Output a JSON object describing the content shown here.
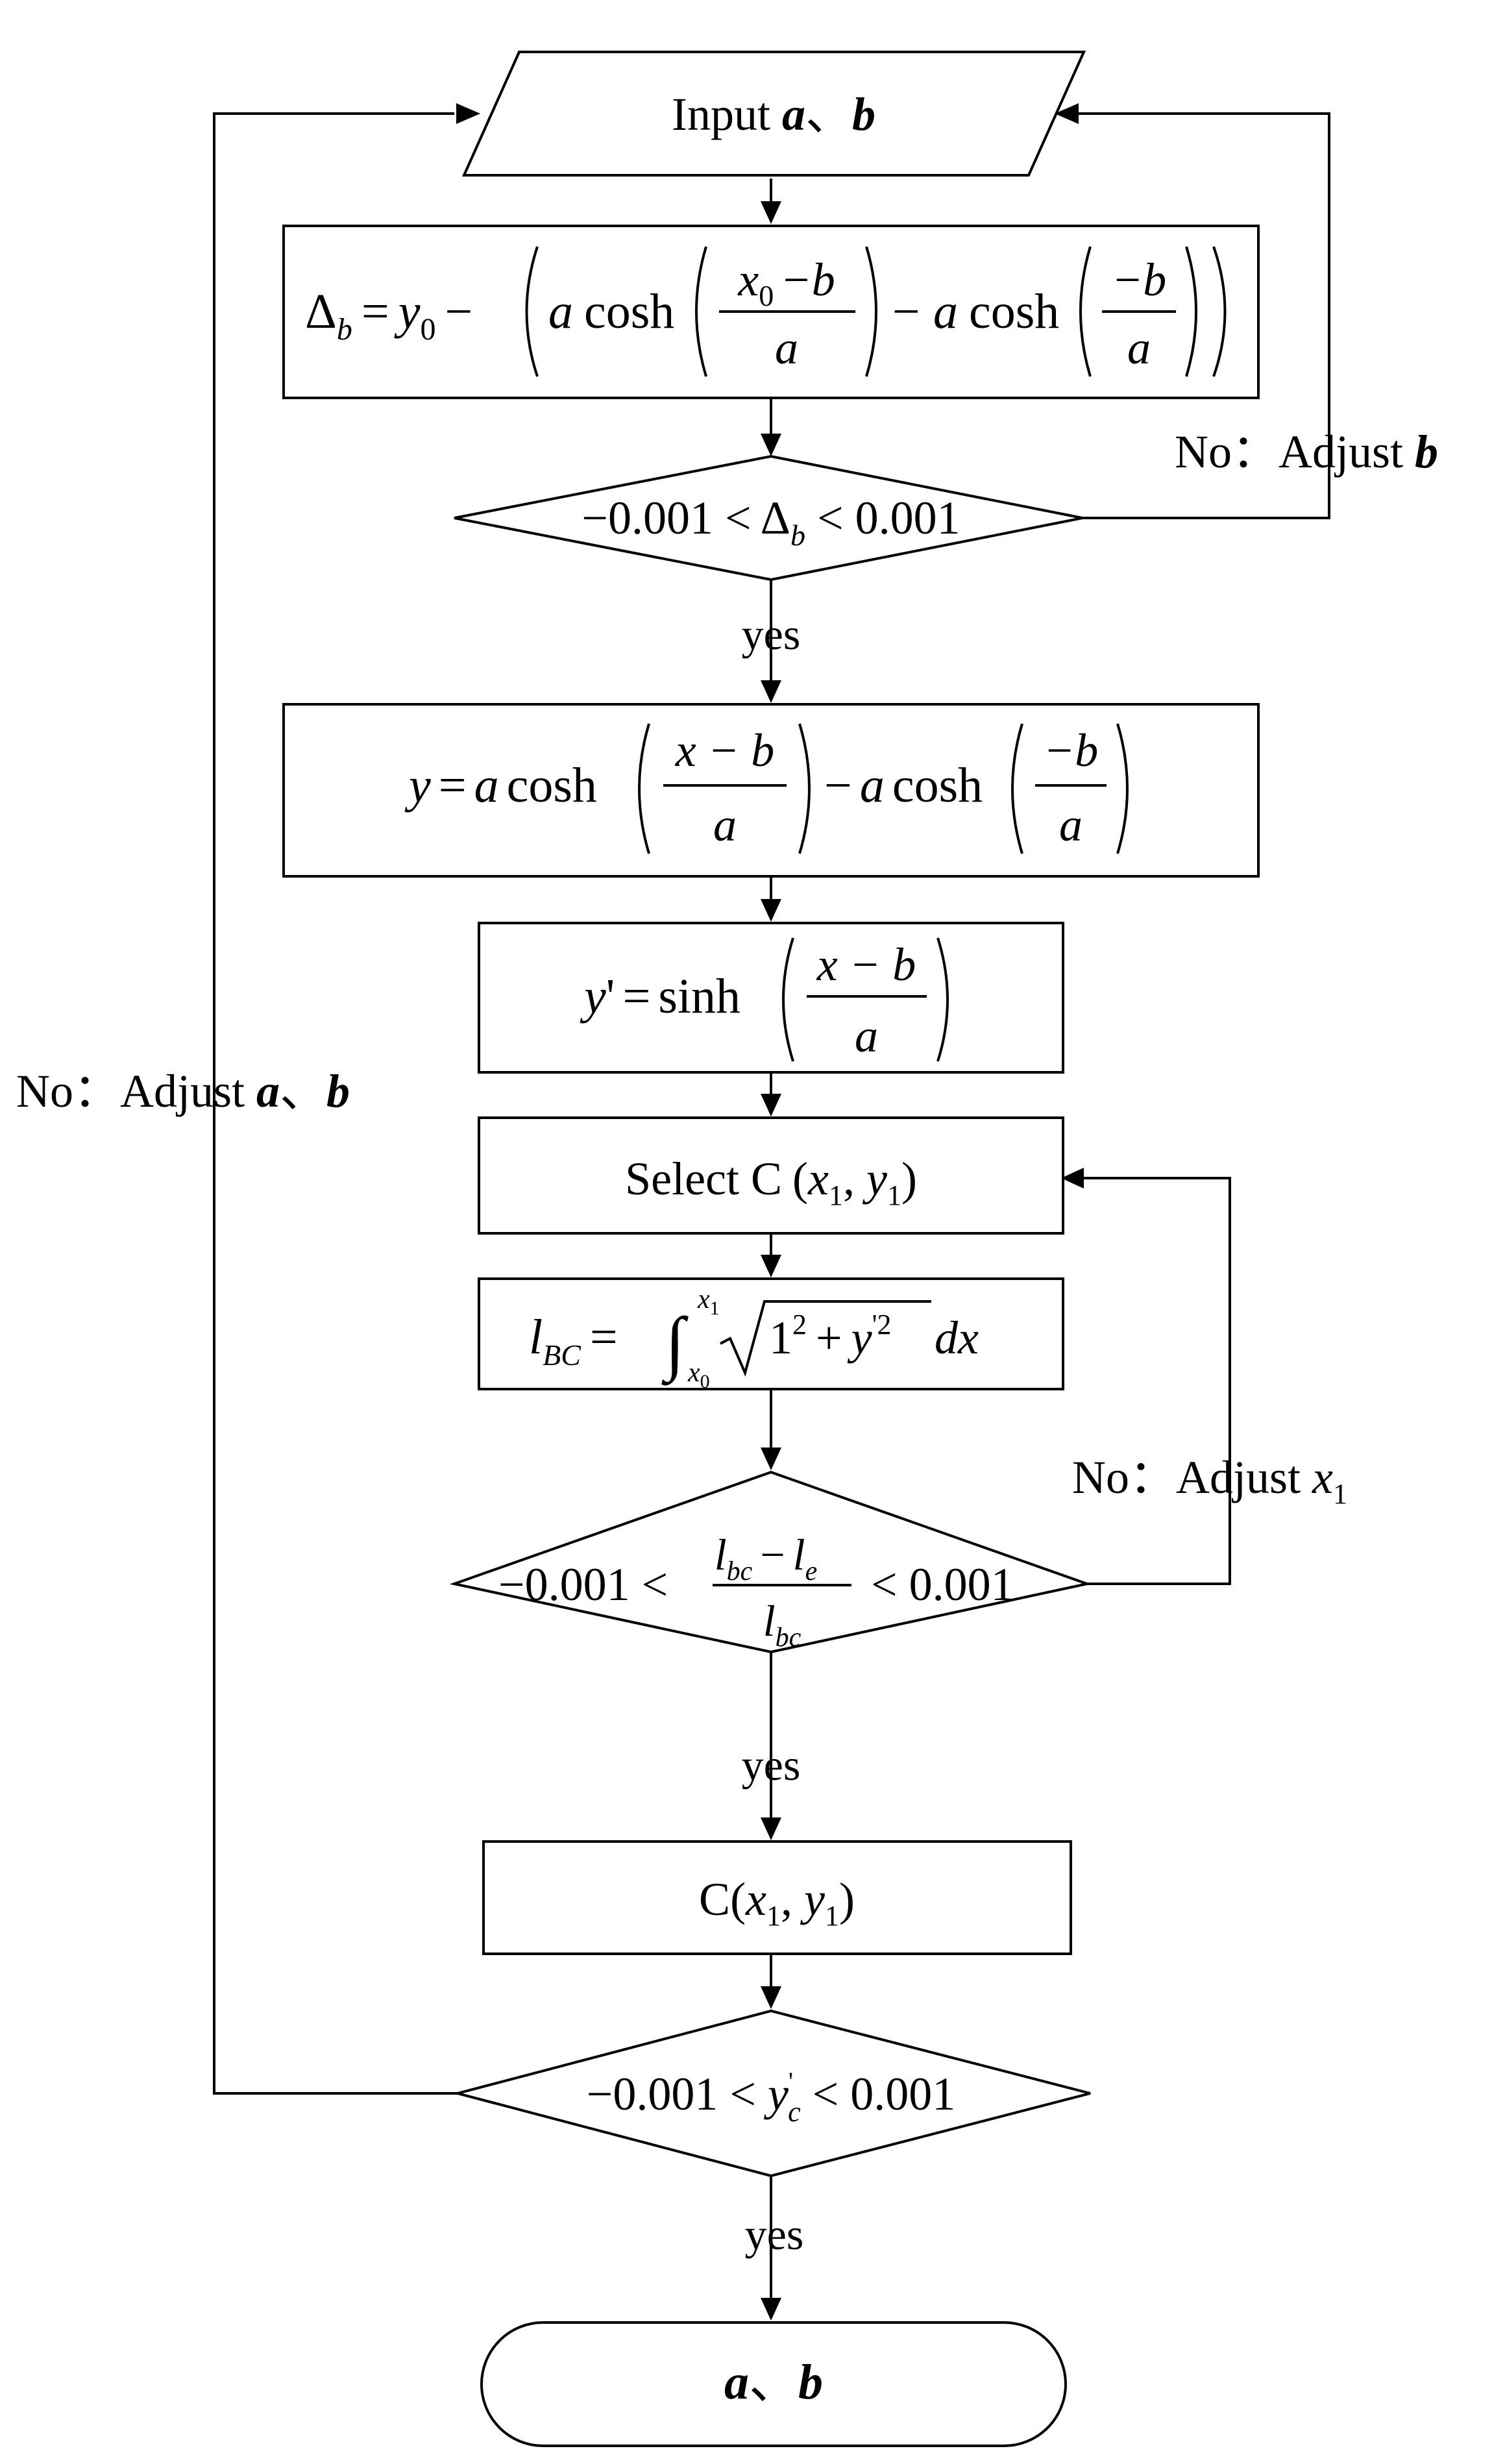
{
  "input": {
    "prefix": "Input ",
    "a": "a",
    "sep": "、",
    "b": "b"
  },
  "delta": {
    "lhs": "Δ",
    "lhs_sub": "b",
    "eq": "=",
    "y": "y",
    "y_sub": "0",
    "minus": "−",
    "a1": "a",
    "cosh1": "cosh",
    "num1_x": "x",
    "num1_sub": "0",
    "num1_rest": "−b",
    "den1": "a",
    "minus2": "−",
    "a2": "a",
    "cosh2": "cosh",
    "num2": "−b",
    "den2": "a"
  },
  "cond1": {
    "left": "−0.001 < ",
    "delta": "Δ",
    "delta_sub": "b",
    "right": " < 0.001"
  },
  "no_b": {
    "prefix": "No：Adjust ",
    "var": "b"
  },
  "yes_labels": {
    "yes1": "yes",
    "yes2": "yes",
    "yes3": "yes"
  },
  "eq_y": {
    "y": "y",
    "eq": "=",
    "a1": "a",
    "cosh1": "cosh",
    "num1": "x − b",
    "den1": "a",
    "minus": "−",
    "a2": "a",
    "cosh2": "cosh",
    "num2": "−b",
    "den2": "a"
  },
  "eq_yp": {
    "y": "y",
    "prime": "'",
    "eq": "=",
    "sinh": "sinh",
    "num": "x − b",
    "den": "a"
  },
  "select": {
    "text": "Select C",
    "lp": "(",
    "x": "x",
    "x_sub": "1",
    "comma": ", ",
    "y": "y",
    "y_sub": "1",
    "rp": ")"
  },
  "integral": {
    "l": "l",
    "l_sub": "BC",
    "eq": "=",
    "int": "∫",
    "upper": "x",
    "upper_sub": "1",
    "lower": "x",
    "lower_sub": "0",
    "sqrt": "√",
    "one": "1",
    "one_sup": "2",
    "plus": "+",
    "y": "y",
    "y_sup": "'2",
    "dx": "dx"
  },
  "no_x1": {
    "prefix": "No：Adjust ",
    "var": "x",
    "var_sub": "1"
  },
  "cond2": {
    "left": "−0.001 <",
    "num_l": "l",
    "num_l_sub": "bc",
    "num_minus": "−",
    "num_le": "l",
    "num_le_sub": "e",
    "den_l": "l",
    "den_l_sub": "bc",
    "right": "< 0.001"
  },
  "result_c": {
    "c": "C",
    "lp": "(",
    "x": "x",
    "x_sub": "1",
    "comma": ", ",
    "y": "y",
    "y_sub": "1",
    "rp": ")"
  },
  "cond3": {
    "left": "−0.001 < ",
    "y": "y",
    "y_sup": "'",
    "y_sub": "c",
    "right": " < 0.001"
  },
  "no_ab": {
    "prefix": "No：Adjust ",
    "a": "a",
    "sep": "、",
    "b": "b"
  },
  "output": {
    "a": "a",
    "sep": "、",
    "b": "b"
  }
}
